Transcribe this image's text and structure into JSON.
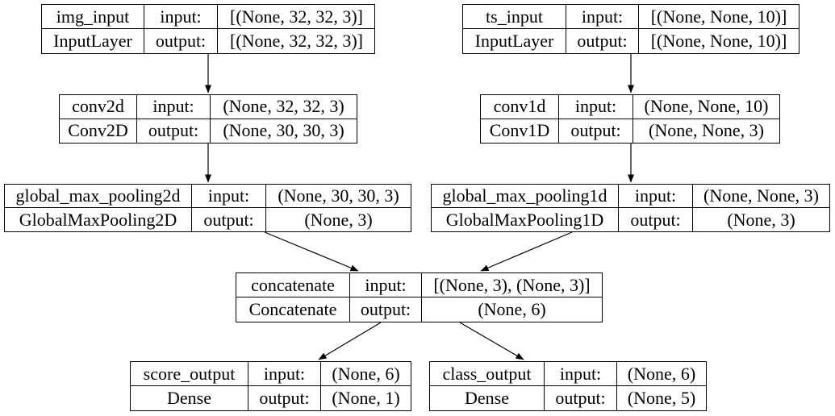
{
  "diagram_type": "keras-model-architecture",
  "colors": {
    "background": "#ffffff",
    "node_fill": "#ffffff",
    "border": "#000000",
    "text": "#000000",
    "edge": "#000000"
  },
  "nodes": [
    {
      "id": "img_input",
      "layer_name": "img_input",
      "layer_class": "InputLayer",
      "input_label": "input:",
      "output_label": "output:",
      "input_shape": "[(None, 32, 32, 3)]",
      "output_shape": "[(None, 32, 32, 3)]"
    },
    {
      "id": "ts_input",
      "layer_name": "ts_input",
      "layer_class": "InputLayer",
      "input_label": "input:",
      "output_label": "output:",
      "input_shape": "[(None, None, 10)]",
      "output_shape": "[(None, None, 10)]"
    },
    {
      "id": "conv2d",
      "layer_name": "conv2d",
      "layer_class": "Conv2D",
      "input_label": "input:",
      "output_label": "output:",
      "input_shape": "(None, 32, 32, 3)",
      "output_shape": "(None, 30, 30, 3)"
    },
    {
      "id": "conv1d",
      "layer_name": "conv1d",
      "layer_class": "Conv1D",
      "input_label": "input:",
      "output_label": "output:",
      "input_shape": "(None, None, 10)",
      "output_shape": "(None, None, 3)"
    },
    {
      "id": "global_max_pooling2d",
      "layer_name": "global_max_pooling2d",
      "layer_class": "GlobalMaxPooling2D",
      "input_label": "input:",
      "output_label": "output:",
      "input_shape": "(None, 30, 30, 3)",
      "output_shape": "(None, 3)"
    },
    {
      "id": "global_max_pooling1d",
      "layer_name": "global_max_pooling1d",
      "layer_class": "GlobalMaxPooling1D",
      "input_label": "input:",
      "output_label": "output:",
      "input_shape": "(None, None, 3)",
      "output_shape": "(None, 3)"
    },
    {
      "id": "concatenate",
      "layer_name": "concatenate",
      "layer_class": "Concatenate",
      "input_label": "input:",
      "output_label": "output:",
      "input_shape": "[(None, 3), (None, 3)]",
      "output_shape": "(None, 6)"
    },
    {
      "id": "score_output",
      "layer_name": "score_output",
      "layer_class": "Dense",
      "input_label": "input:",
      "output_label": "output:",
      "input_shape": "(None, 6)",
      "output_shape": "(None, 1)"
    },
    {
      "id": "class_output",
      "layer_name": "class_output",
      "layer_class": "Dense",
      "input_label": "input:",
      "output_label": "output:",
      "input_shape": "(None, 6)",
      "output_shape": "(None, 5)"
    }
  ],
  "edges": [
    {
      "from": "img_input",
      "to": "conv2d"
    },
    {
      "from": "ts_input",
      "to": "conv1d"
    },
    {
      "from": "conv2d",
      "to": "global_max_pooling2d"
    },
    {
      "from": "conv1d",
      "to": "global_max_pooling1d"
    },
    {
      "from": "global_max_pooling2d",
      "to": "concatenate"
    },
    {
      "from": "global_max_pooling1d",
      "to": "concatenate"
    },
    {
      "from": "concatenate",
      "to": "score_output"
    },
    {
      "from": "concatenate",
      "to": "class_output"
    }
  ]
}
